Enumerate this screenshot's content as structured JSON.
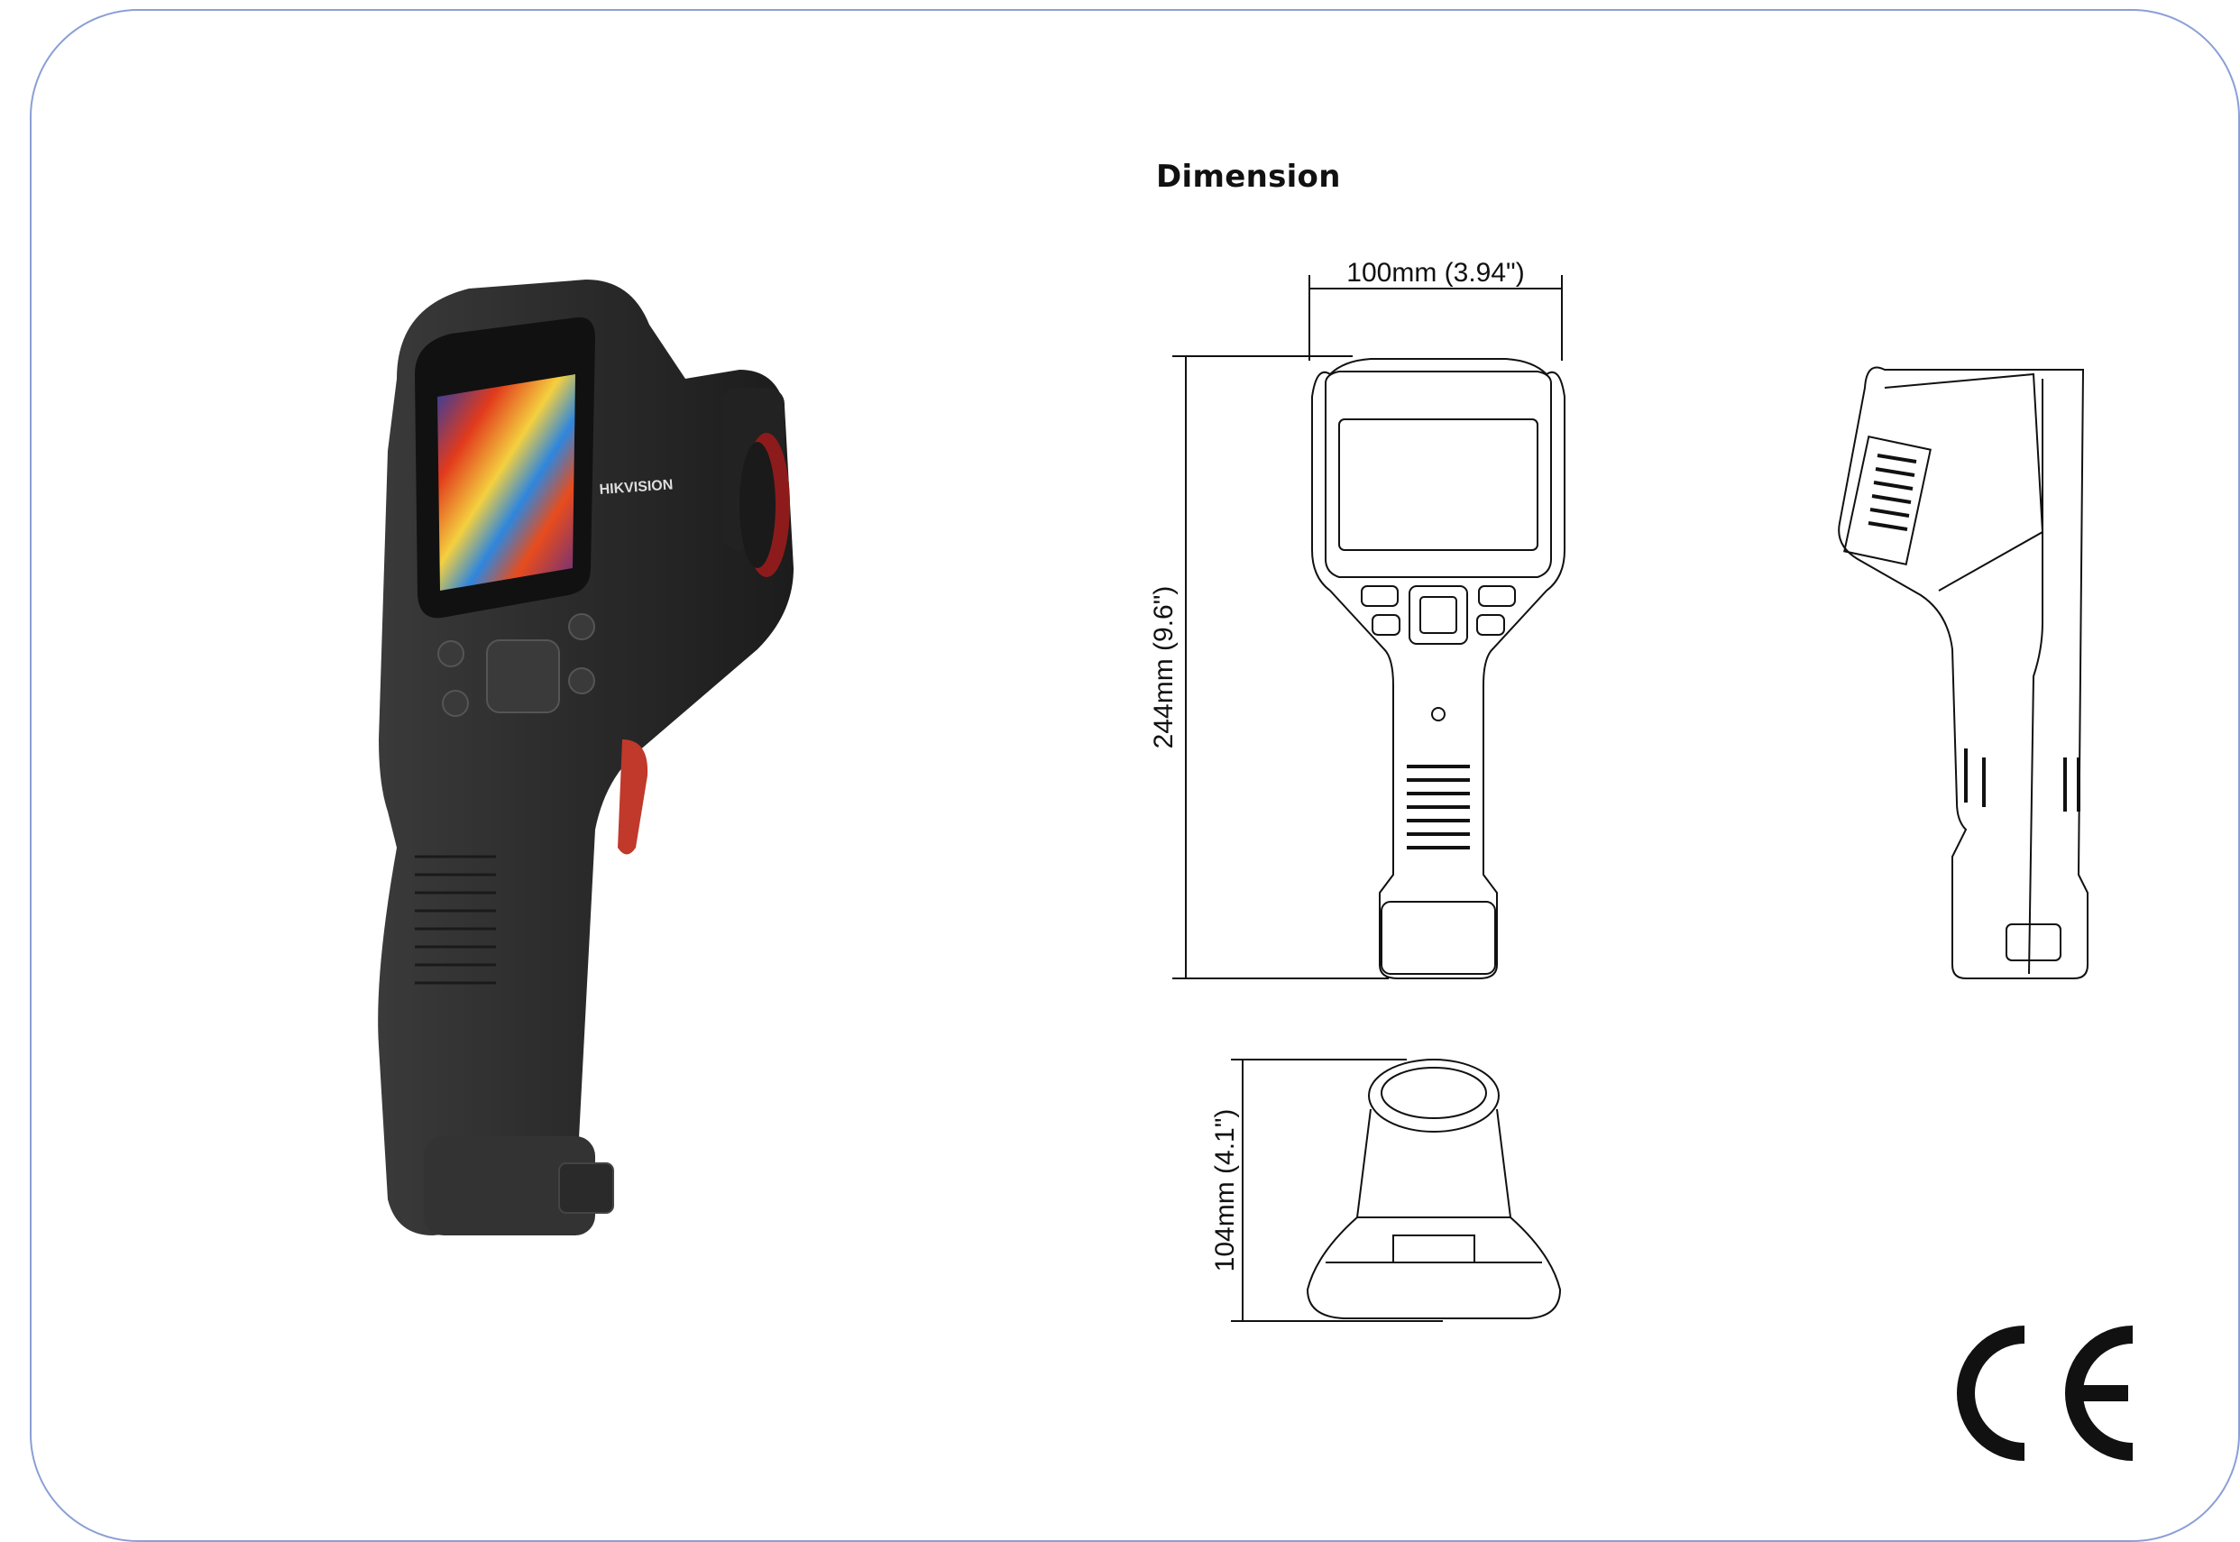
{
  "page": {
    "section_title": "Dimension"
  },
  "product_photo": {
    "brand_text": "HIKVISION"
  },
  "dimensions": {
    "width_label": "100mm (3.94\")",
    "height_label": "244mm (9.6\")",
    "depth_label": "104mm (4.1\")"
  },
  "certification": {
    "mark": "CE"
  },
  "colors": {
    "frame_border": "#8a9fd6",
    "device_body": "#2b2b2b",
    "trigger": "#c0392b",
    "line_art": "#111111"
  }
}
